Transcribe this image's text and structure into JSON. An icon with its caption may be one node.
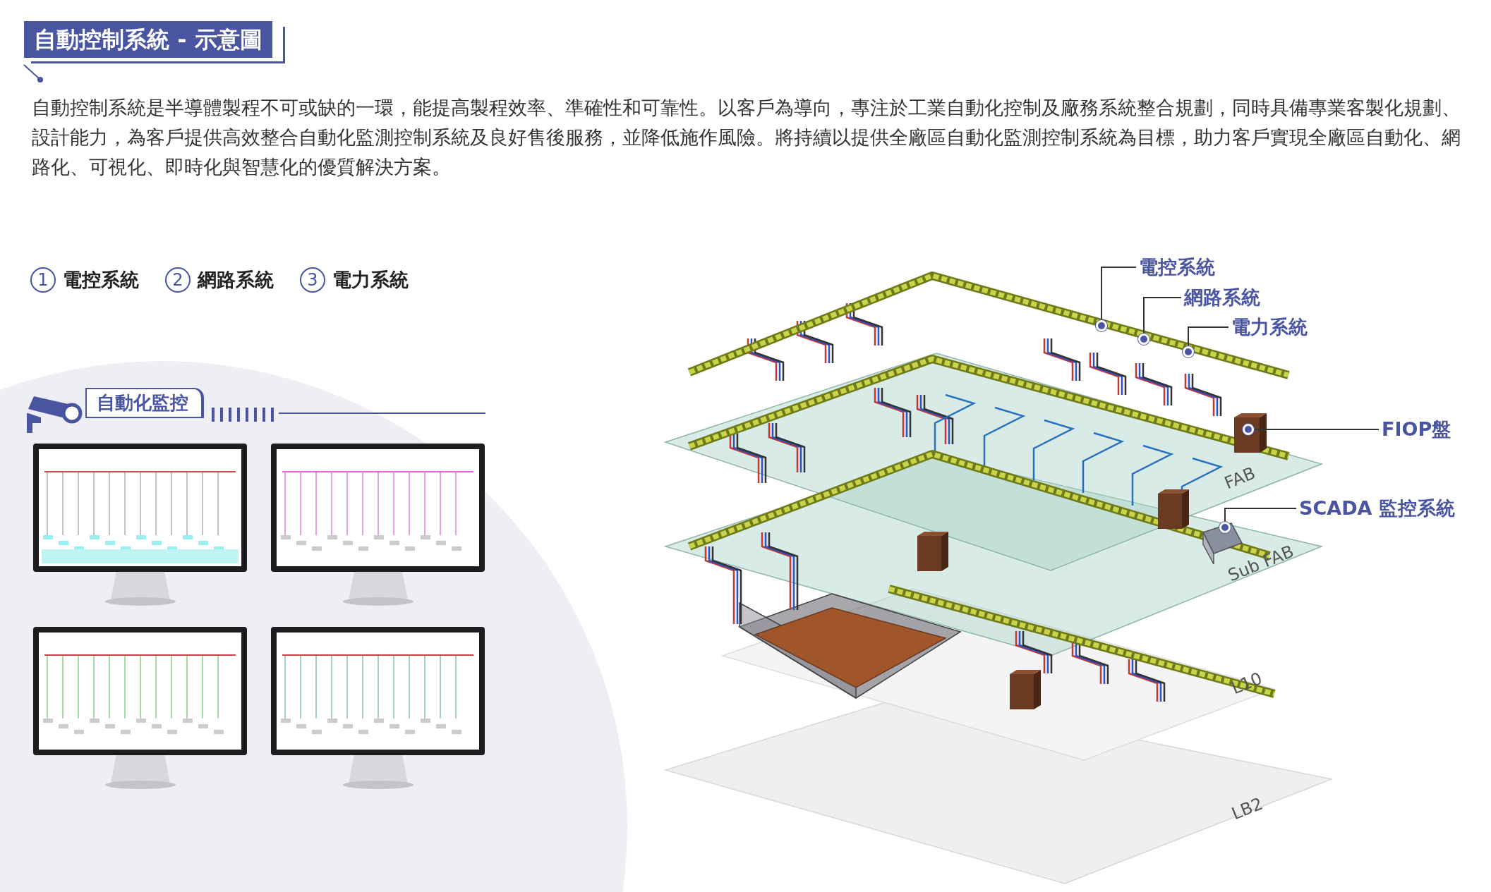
{
  "diagram": {
    "title": "自動控制系統 - 示意圖",
    "nodes": [
      {
        "text": [
          "1"
        ],
        "beside": [
          "電控系統"
        ]
      },
      {
        "text": [
          "2"
        ],
        "beside": [
          "網路系統"
        ]
      },
      {
        "text": [
          "3"
        ],
        "beside": [
          "電力系統"
        ]
      },
      {
        "text": [
          "自動化監控"
        ]
      },
      {
        "text": [
          "電控系統"
        ]
      },
      {
        "text": [
          "網路系統"
        ]
      },
      {
        "text": [
          "電力系統"
        ]
      },
      {
        "text": [
          "FIOP盤"
        ]
      },
      {
        "text": [
          "SCADA 監控系統"
        ]
      },
      {
        "text": [],
        "shape": "circle"
      },
      {
        "text": [],
        "shape": "circle"
      },
      {
        "text": [],
        "shape": "circle"
      },
      {
        "text": [],
        "shape": "circle"
      },
      {
        "text": [],
        "shape": "circle"
      }
    ],
    "edges": [
      {
        "from": 4,
        "to": 9,
        "arrow": "none"
      },
      {
        "from": 5,
        "to": 10,
        "arrow": "none"
      },
      {
        "from": 6,
        "to": 11,
        "arrow": "none"
      },
      {
        "from": 7,
        "to": 12,
        "arrow": "none"
      },
      {
        "from": 8,
        "to": 13,
        "arrow": "none"
      }
    ],
    "labels": [
      "自動控制系統是半導體製程不可或缺的一環，能提高製程效率、準確性和可靠性。以客戶為導向，專注於工業自動化控制及廠務系統整合規劃，同時具備專業客製化規劃、設計能力，為客戶提供高效整合自動化監測控制系統及良好售後服務，並降低施作風險。將持續以提供全廠區自動化監測控制系統為目標，助力客戶實現全廠區自動化、網路化、可視化、即時化與智慧化的優質解決方案。",
      "FAB",
      "Sub FAB",
      "L10",
      "LB2"
    ]
  }
}
